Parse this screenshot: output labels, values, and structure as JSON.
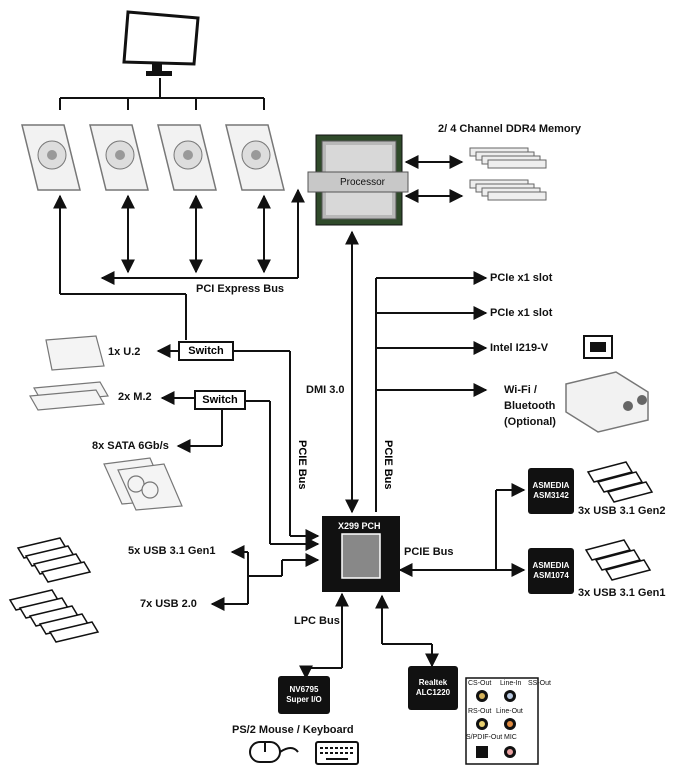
{
  "memory": {
    "label": "2/ 4 Channel DDR4 Memory"
  },
  "processor": {
    "label": "Processor"
  },
  "pcie_bus": {
    "label": "PCI Express Bus"
  },
  "switch": {
    "label": "Switch"
  },
  "storage": {
    "u2": "1x U.2",
    "m2": "2x M.2",
    "sata": "8x SATA 6Gb/s"
  },
  "dmi": {
    "label": "DMI 3.0"
  },
  "pcie_bus_vertical": {
    "label": "PCIE Bus"
  },
  "pch": {
    "label": "X299 PCH",
    "bus_label": "PCIE Bus"
  },
  "slots": {
    "slot1": "PCIe x1 slot",
    "slot2": "PCIe x1 slot",
    "lan": "Intel I219-V",
    "wifi": [
      "Wi-Fi /",
      "Bluetooth",
      "(Optional)"
    ]
  },
  "usb": {
    "gen1_5x": "5x USB 3.1 Gen1",
    "usb2_7x": "7x USB 2.0",
    "gen2_3x": "3x USB 3.1 Gen2",
    "gen1_3x": "3x USB 3.1 Gen1"
  },
  "asmedia": {
    "top": [
      "ASMEDIA",
      "ASM3142"
    ],
    "bottom": [
      "ASMEDIA",
      "ASM1074"
    ]
  },
  "lpc": {
    "label": "LPC Bus"
  },
  "superio": [
    "NV6795",
    "Super I/O"
  ],
  "realtek": [
    "Realtek",
    "ALC1220"
  ],
  "ps2": {
    "label": "PS/2 Mouse / Keyboard"
  },
  "audio": {
    "cs_out": "CS-Out",
    "line_in": "Line-In",
    "ss_out": "SS-Out",
    "rs_out": "RS-Out",
    "line_out": "Line-Out",
    "spdif": "S/PDIF-Out",
    "mic": "MIC"
  }
}
